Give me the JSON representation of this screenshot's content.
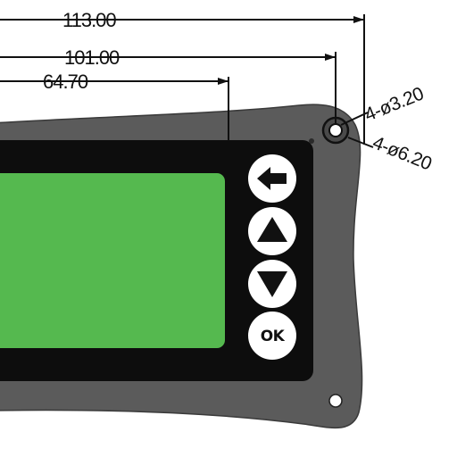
{
  "dimensions": {
    "overall_width": "113.00",
    "hole_spacing": "101.00",
    "screen_width": "64.70"
  },
  "callouts": {
    "inner_hole": "4-ø3.20",
    "outer_ring": "4-ø6.20"
  },
  "buttons": [
    {
      "id": "back",
      "icon": "left-arrow-icon"
    },
    {
      "id": "up",
      "icon": "up-triangle-icon"
    },
    {
      "id": "down",
      "icon": "down-triangle-icon"
    },
    {
      "id": "ok",
      "label": "OK"
    }
  ],
  "colors": {
    "housing": "#5b5b5b",
    "bezel": "#0d0d0d",
    "screen": "#55b94f",
    "button": "#ffffff",
    "line": "#111111"
  }
}
